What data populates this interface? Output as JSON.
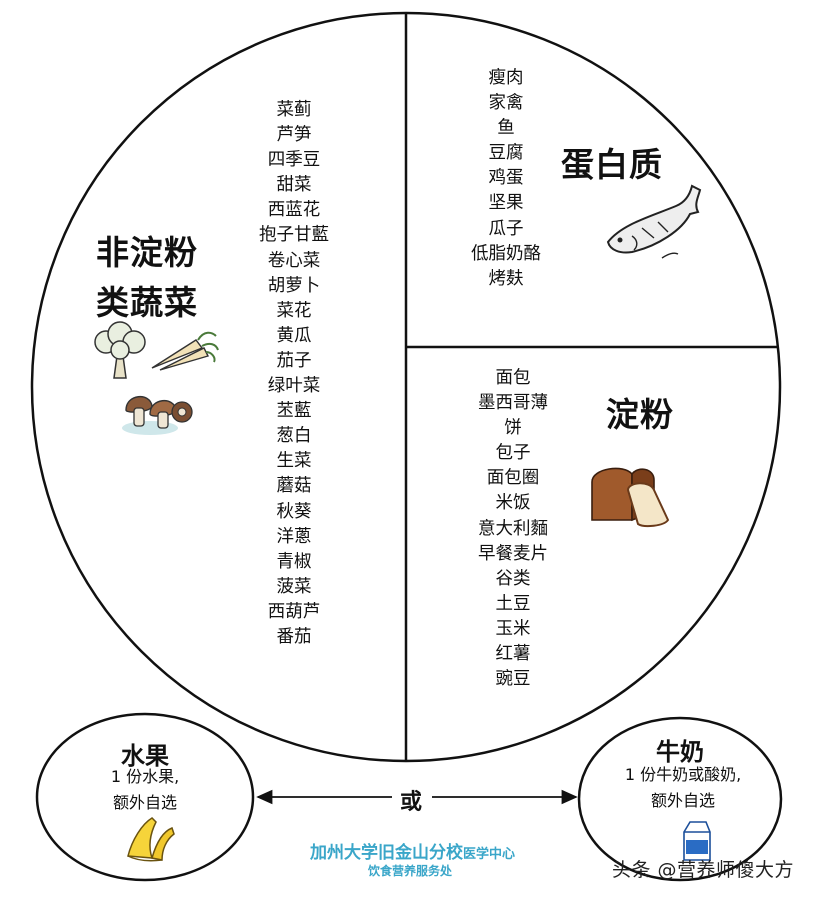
{
  "vegetables": {
    "title_lines": [
      "非淀粉",
      "类蔬菜"
    ],
    "items": [
      "菜蓟",
      "芦笋",
      "四季豆",
      "甜菜",
      "西蓝花",
      "抱子甘藍",
      "卷心菜",
      "胡萝卜",
      "菜花",
      "黄瓜",
      "茄子",
      "绿叶菜",
      "苤藍",
      "葱白",
      "生菜",
      "蘑菇",
      "秋葵",
      "洋蔥",
      "青椒",
      "菠菜",
      "西葫芦",
      "番茄"
    ],
    "icons": [
      "broccoli-icon",
      "carrot-icon",
      "mushroom-icon"
    ]
  },
  "protein": {
    "title": "蛋白质",
    "items": [
      "瘦肉",
      "家禽",
      "鱼",
      "豆腐",
      "鸡蛋",
      "坚果",
      "瓜子",
      "低脂奶酪",
      "烤麸"
    ],
    "icon": "fish-icon"
  },
  "starch": {
    "title": "淀粉",
    "items": [
      "面包",
      "墨西哥薄",
      "饼",
      "包子",
      "面包圈",
      "米饭",
      "意大利麵",
      "早餐麦片",
      "谷类",
      "土豆",
      "玉米",
      "红薯",
      "豌豆"
    ],
    "icon": "bread-icon"
  },
  "fruit": {
    "title": "水果",
    "note_lines": [
      "1 份水果,",
      "额外自选"
    ],
    "icon": "banana-icon"
  },
  "milk": {
    "title": "牛奶",
    "note_lines": [
      "1 份牛奶或酸奶,",
      "额外自选"
    ],
    "icon": "milk-carton-icon"
  },
  "connector": {
    "label": "或"
  },
  "credit": {
    "org": "加州大学旧金山分校",
    "center": "医学中心",
    "dept": "饮食营养服务处"
  },
  "watermark": "头条 @营养师傻大方",
  "colors": {
    "credit": "#3aa6c9",
    "line": "#111111"
  }
}
